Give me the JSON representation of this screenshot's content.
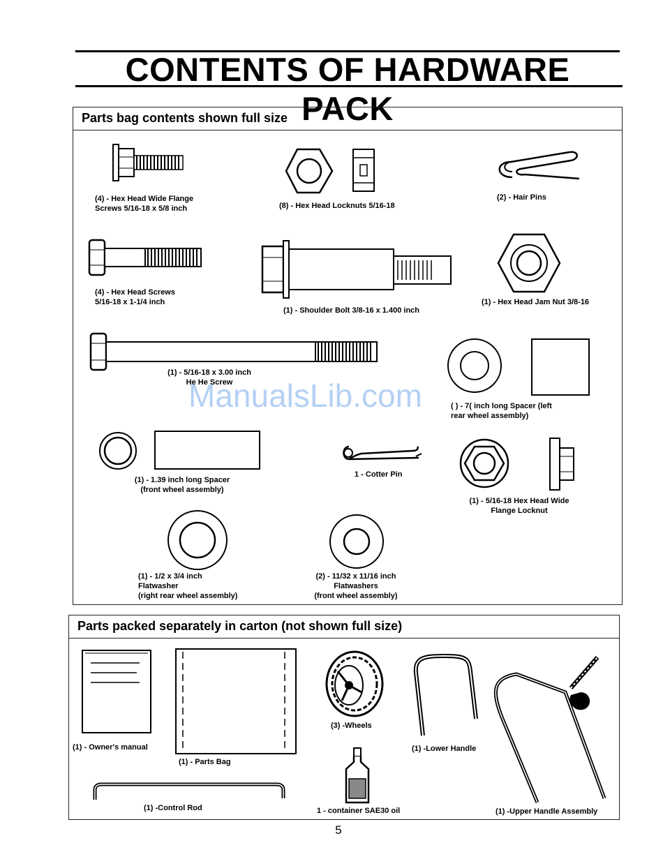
{
  "page": {
    "title": "CONTENTS OF HARDWARE PACK",
    "page_number": "5",
    "watermark": "ManualsLib.com"
  },
  "section1": {
    "heading": "Parts bag contents shown full size",
    "items": {
      "flange_screws": [
        "(4) - Hex Head Wide Flange",
        "Screws 5/16-18  x 5/8 inch"
      ],
      "locknuts": [
        "(8) - Hex Head Locknuts 5/16-18"
      ],
      "hair_pins": [
        "(2) - Hair Pins"
      ],
      "hex_screws": [
        "(4) - Hex Head Screws",
        "5/16-18  x 1-1/4 inch"
      ],
      "shoulder_bolt": [
        "(1) - Shoulder Bolt 3/8-16 x 1.400 inch"
      ],
      "jam_nut": [
        "(1) - Hex Head Jam Nut 3/8-16"
      ],
      "long_screw": [
        "(1) - 5/16-18 x 3.00 inch",
        "He    He   Screw"
      ],
      "spacer_70": [
        "( )  - 7( inch long Spacer (left",
        "rear wheel assembly)"
      ],
      "spacer_139": [
        "(1) -  1.39 inch long Spacer",
        "(front wheel assembly)"
      ],
      "cotter_pin": [
        "1 - Cotter Pin"
      ],
      "flange_locknut": [
        "(1) -  5/16-18 Hex Head Wide",
        "Flange Locknut"
      ],
      "flatwasher_half": [
        "(1) - 1/2 x 3/4 inch",
        "Flatwasher",
        "(right rear wheel assembly)"
      ],
      "flatwashers_11": [
        "(2) - 11/32 x 11/16 inch",
        "Flatwashers",
        "(front wheel assembly)"
      ]
    }
  },
  "section2": {
    "heading": "Parts packed separately in carton (not shown full size)",
    "items": {
      "manual": "(1) - Owner's manual",
      "parts_bag": "(1) - Parts Bag",
      "wheels": "(3) -Wheels",
      "lower_handle": "(1) -Lower Handle",
      "control_rod": "(1) -Control Rod",
      "oil": "1 - container SAE30 oil",
      "upper_handle": "(1) -Upper Handle Assembly"
    }
  }
}
